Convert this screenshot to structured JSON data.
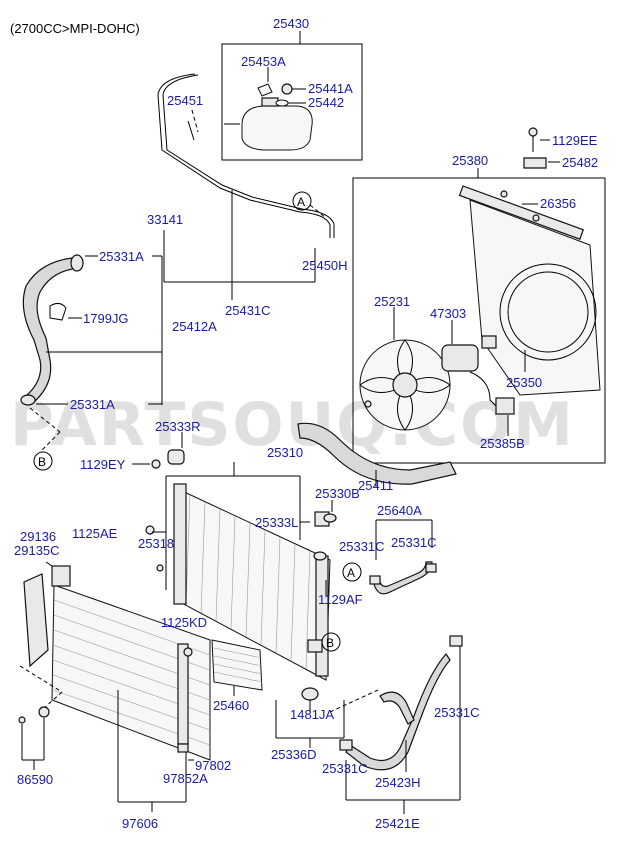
{
  "engine": "(2700CC>MPI-DOHC)",
  "watermark": "PARTSOUQ.COM",
  "callouts": {
    "a": "A",
    "b": "B"
  },
  "parts": {
    "p25430": "25430",
    "p25453A": "25453A",
    "p25441A": "25441A",
    "p25442": "25442",
    "p25451": "25451",
    "p33141": "33141",
    "p25450H": "25450H",
    "p25431C": "25431C",
    "p25331A_top": "25331A",
    "p1799JG": "1799JG",
    "p25412A": "25412A",
    "p25331A_bottom": "25331A",
    "p1129EE": "1129EE",
    "p25482": "25482",
    "p25380": "25380",
    "p26356": "26356",
    "p25231": "25231",
    "p47303": "47303",
    "p25350": "25350",
    "p25385B": "25385B",
    "p25333R": "25333R",
    "p1129EY": "1129EY",
    "p25310": "25310",
    "p25411": "25411",
    "p25330B": "25330B",
    "p25640A": "25640A",
    "p29136": "29136",
    "p29135C": "29135C",
    "p1125AE": "1125AE",
    "p25318": "25318",
    "p25333L": "25333L",
    "p25331C_a": "25331C",
    "p25331C_b": "25331C",
    "p1129AF": "1129AF",
    "p1125KD": "1125KD",
    "p25460": "25460",
    "p1481JA": "1481JA",
    "p25331C_right": "25331C",
    "p86590": "86590",
    "p97802": "97802",
    "p97852A": "97852A",
    "p25336D": "25336D",
    "p25331C_bottom": "25331C",
    "p25423H": "25423H",
    "p97606": "97606",
    "p25421E": "25421E"
  }
}
